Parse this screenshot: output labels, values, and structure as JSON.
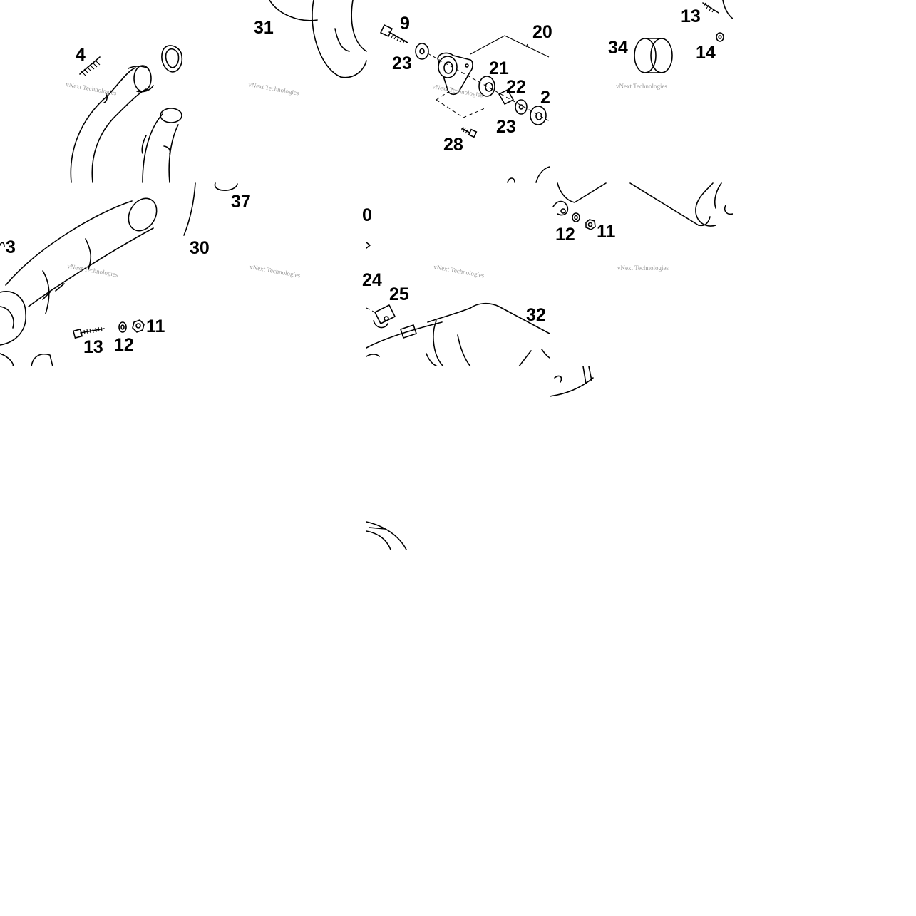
{
  "diagram": {
    "callouts": {
      "c4": "4",
      "c31": "31",
      "c9": "9",
      "c20": "20",
      "c23a": "23",
      "c21": "21",
      "c22": "22",
      "c2x": "2",
      "c23b": "23",
      "c28": "28",
      "c13a": "13",
      "c34": "34",
      "c14": "14",
      "c37": "37",
      "c3": "3",
      "c30": "30",
      "c0": "0",
      "c12a": "12",
      "c11a": "11",
      "c24": "24",
      "c25": "25",
      "c32": "32",
      "c13b": "13",
      "c12b": "12",
      "c11b": "11"
    },
    "watermark": "vNext Technologies"
  }
}
